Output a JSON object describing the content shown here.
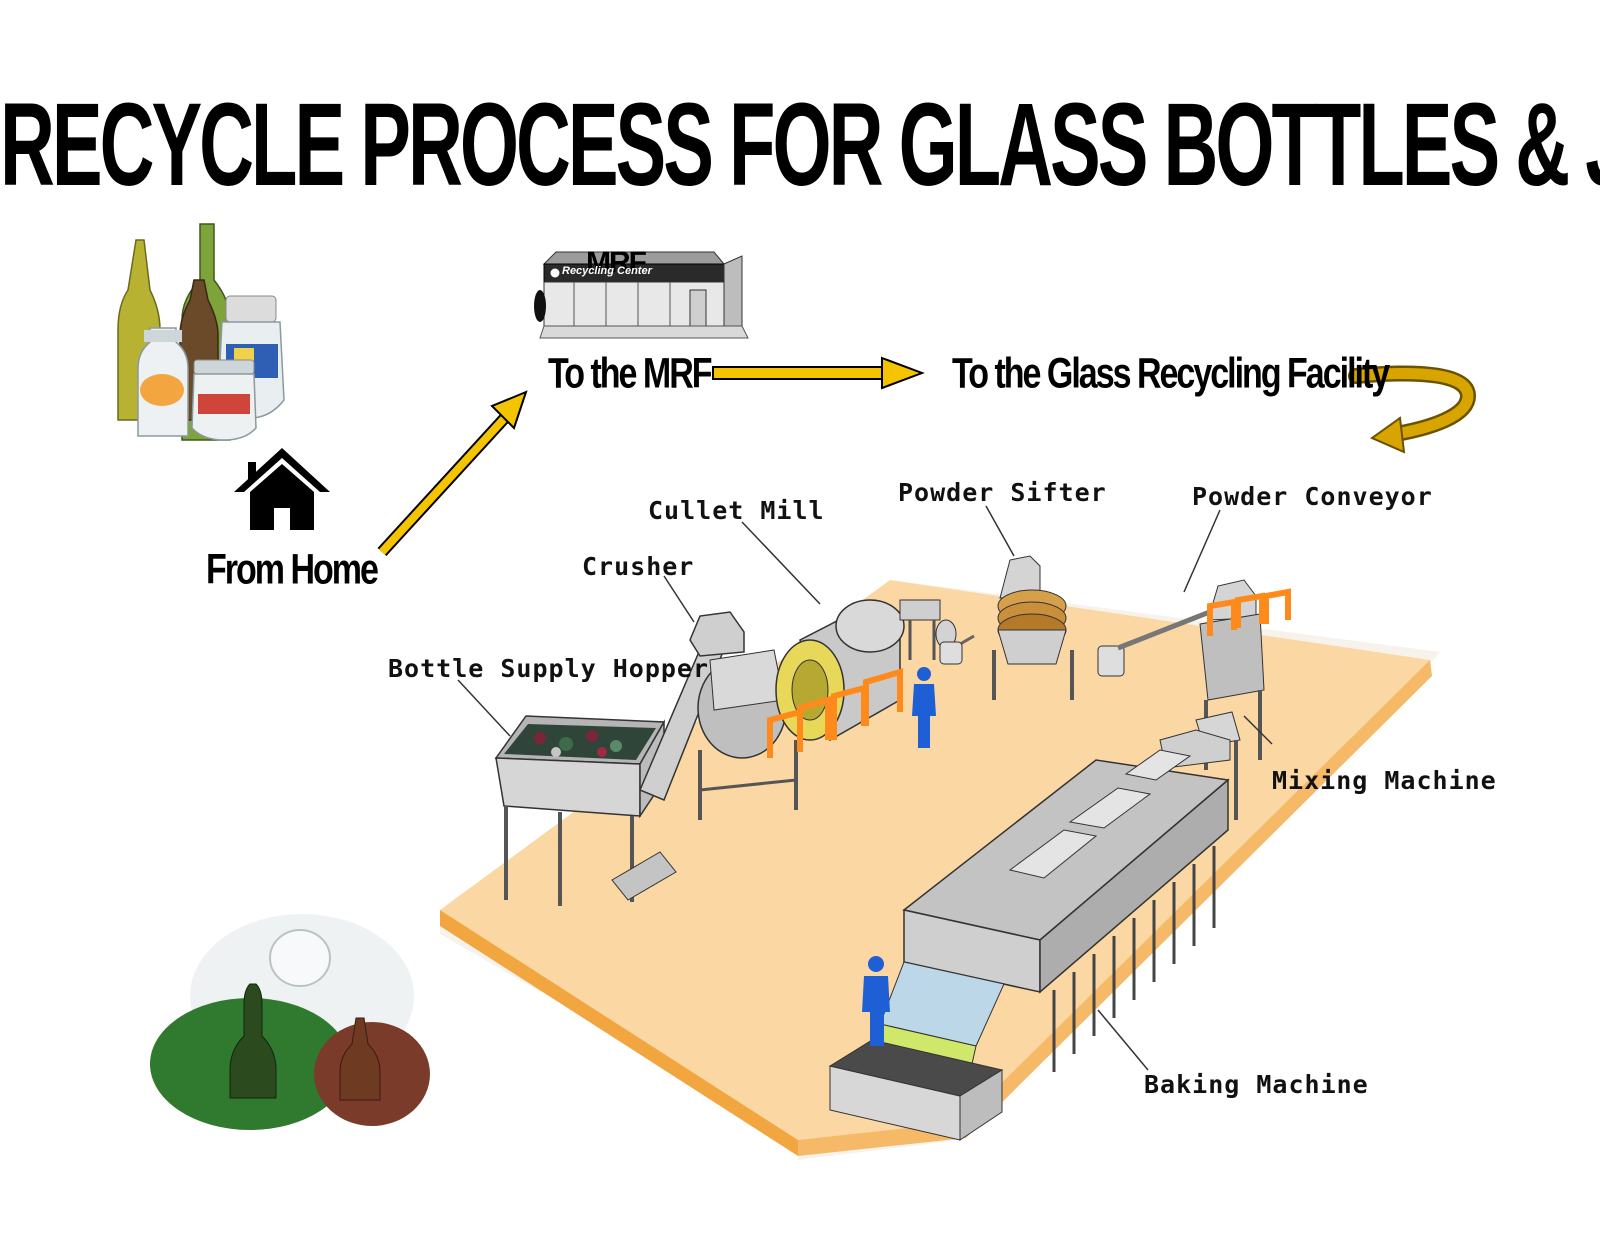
{
  "title": "RECYCLE PROCESS FOR GLASS BOTTLES & JARS",
  "flow": {
    "from_home": "From Home",
    "to_mrf": "To the MRF",
    "to_facility": "To the Glass Recycling Facility",
    "mrf_sign": "MRF",
    "storefront_sign": "Recycling Center"
  },
  "machines": {
    "bottle_supply_hopper": "Bottle Supply Hopper",
    "crusher": "Crusher",
    "cullet_mill": "Cullet Mill",
    "powder_sifter": "Powder Sifter",
    "powder_conveyor": "Powder Conveyor",
    "mixing_machine": "Mixing Machine",
    "baking_machine": "Baking Machine"
  },
  "colors": {
    "arrow": "#f5c400",
    "arrow_curved": "#d8a400",
    "floor": "#fbd7a3",
    "floor_edge": "#f2a640",
    "machine": "#c8c8c8",
    "accent_orange": "#ff8a1c",
    "worker": "#1f5fd6",
    "green_glass": "#2f7a2f",
    "brown_glass": "#7a3b2a"
  },
  "icons": [
    "house-icon",
    "bottles-jars-illustration",
    "crushed-glass-illustration",
    "recycling-center-illustration",
    "factory-illustration"
  ]
}
